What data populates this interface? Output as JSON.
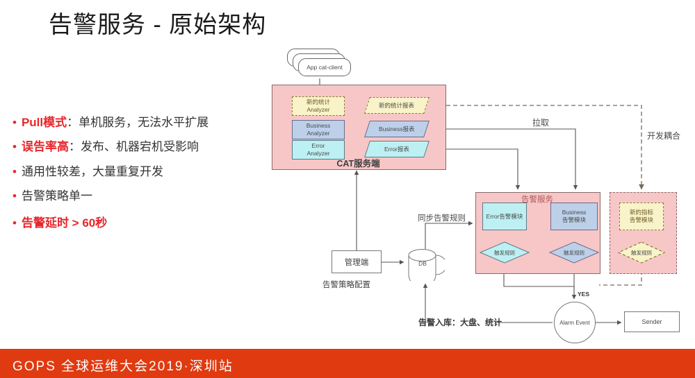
{
  "slide": {
    "title": "告警服务 - 原始架构",
    "footer": "GOPS 全球运维大会2019·深圳站",
    "accent_red": "#e8252a",
    "footer_bg": "#e03a10"
  },
  "bullets": [
    {
      "key": "Pull模式",
      "rest": "：单机服务，无法水平扩展",
      "highlight": false
    },
    {
      "key": "误告率高",
      "rest": "：发布、机器宕机受影响",
      "highlight": false
    },
    {
      "key": "",
      "rest": "通用性较差，大量重复开发",
      "highlight": false
    },
    {
      "key": "",
      "rest": "告警策略单一",
      "highlight": false
    },
    {
      "key": "",
      "rest": "告警延时 > 60秒",
      "highlight": true
    }
  ],
  "diagram": {
    "client": "App cat-client",
    "cat_panel_title": "CAT服务端",
    "analyzers": [
      {
        "name": "新的统计\nAnalyzer",
        "style": "yellow-dashed"
      },
      {
        "name": "Business\nAnalyzer",
        "style": "blue"
      },
      {
        "name": "Error\nAnalyzer",
        "style": "cyan"
      }
    ],
    "reports": [
      {
        "name": "新的统计报表",
        "style": "yellow-dashed"
      },
      {
        "name": "Business报表",
        "style": "blue"
      },
      {
        "name": "Error报表",
        "style": "cyan"
      }
    ],
    "alarm_panel_title": "告警服务",
    "alarm_modules": [
      {
        "name": "Error告警模块",
        "style": "cyan"
      },
      {
        "name": "Business\n告警模块",
        "style": "blue"
      },
      {
        "name": "新的指标\n告警模块",
        "style": "yellow-dashed"
      }
    ],
    "rules": [
      "触发规则",
      "触发规则",
      "触发规则"
    ],
    "admin": "管理端",
    "admin_caption": "告警策略配置",
    "db": "DB",
    "alarm_event": "Alarm Event",
    "sender": "Sender",
    "edge_labels": {
      "pull": "拉取",
      "coupling": "开发耦合",
      "sync_rules": "同步告警规则",
      "store": "告警入库：大盘、统计",
      "yes": "YES"
    }
  }
}
